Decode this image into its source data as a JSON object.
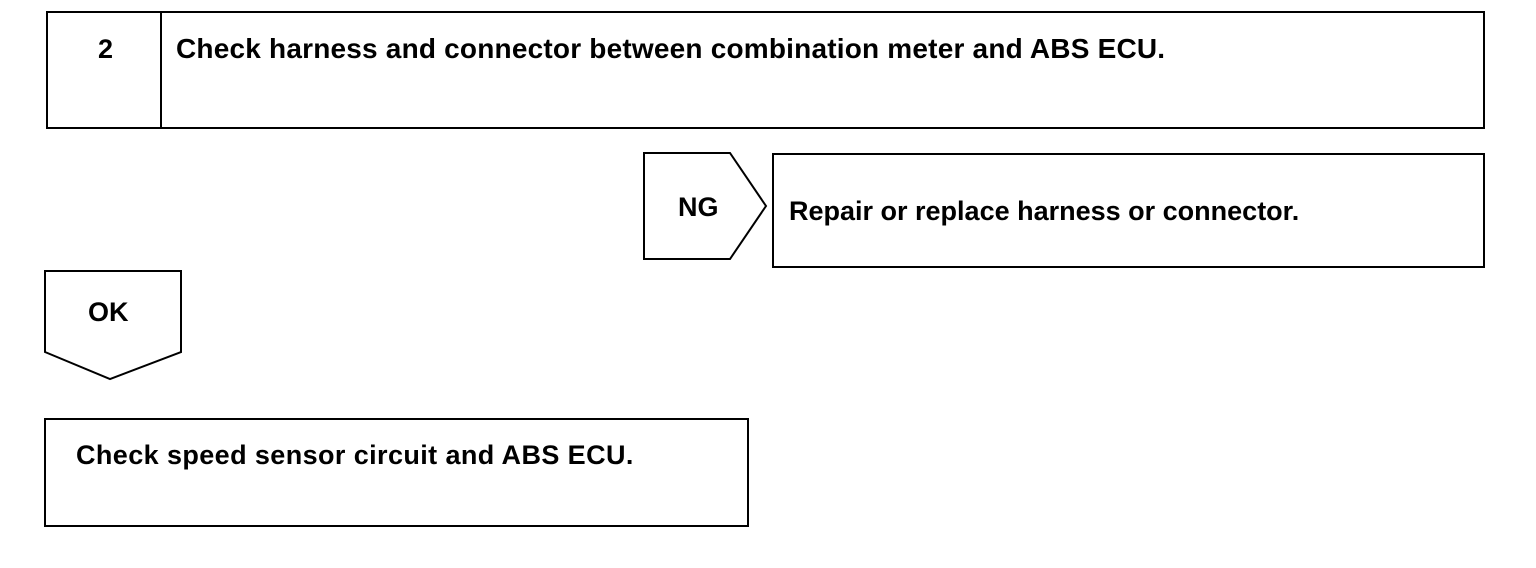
{
  "step": {
    "number": "2",
    "title": "Check harness and connector between combination meter and ABS ECU."
  },
  "ng_branch": {
    "badge_label": "NG",
    "action": "Repair or replace harness or connector."
  },
  "ok_branch": {
    "badge_label": "OK",
    "action": "Check speed sensor circuit and ABS ECU."
  },
  "colors": {
    "line": "#000000",
    "background": "#ffffff"
  }
}
